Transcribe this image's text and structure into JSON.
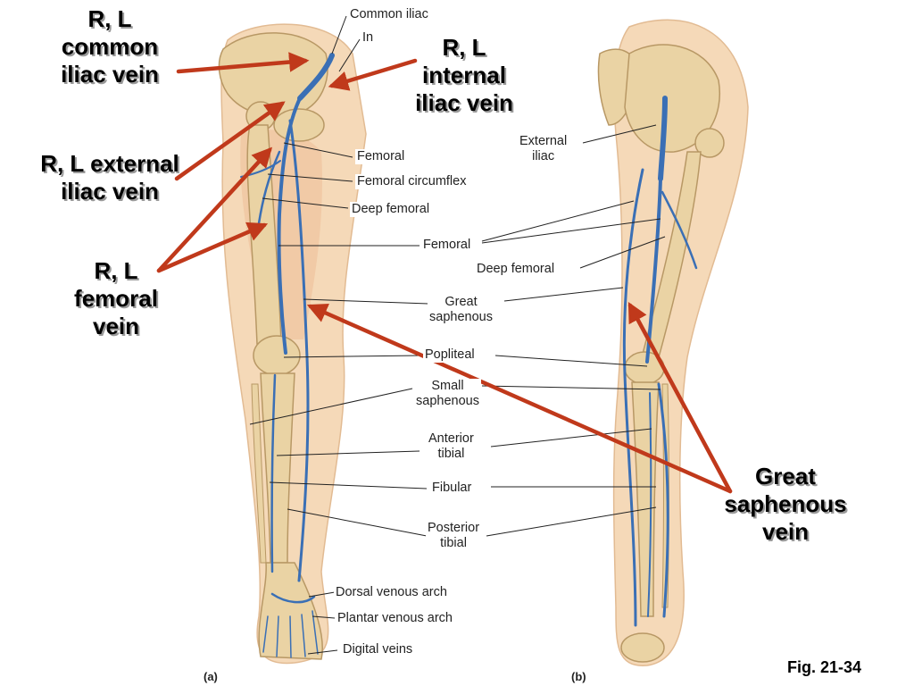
{
  "callouts": {
    "common_iliac": [
      "R, L",
      "common",
      "iliac vein"
    ],
    "internal_iliac": [
      "R, L",
      "internal",
      "iliac vein"
    ],
    "external_iliac": [
      "R, L external",
      "iliac vein"
    ],
    "femoral": [
      "R, L",
      "femoral",
      "vein"
    ],
    "great_saphenous": [
      "Great",
      "saphenous",
      "vein"
    ]
  },
  "labels": {
    "common_iliac": "Common iliac",
    "internal_partial": "In",
    "femoral_a": "Femoral",
    "femoral_circumflex": "Femoral circumflex",
    "deep_femoral_a": "Deep femoral",
    "femoral_b": "Femoral",
    "deep_femoral_b": "Deep femoral",
    "great_saphenous": [
      "Great",
      "saphenous"
    ],
    "popliteal": "Popliteal",
    "small_saphenous": [
      "Small",
      "saphenous"
    ],
    "anterior_tibial": [
      "Anterior",
      "tibial"
    ],
    "fibular": "Fibular",
    "posterior_tibial": [
      "Posterior",
      "tibial"
    ],
    "dorsal_venous_arch": "Dorsal venous arch",
    "plantar_venous_arch": "Plantar venous arch",
    "digital_veins": "Digital veins",
    "external_iliac": [
      "External",
      "iliac"
    ]
  },
  "panel_tags": {
    "a": "(a)",
    "b": "(b)"
  },
  "figure_number": "Fig. 21-34",
  "colors": {
    "arrow": "#c0391b",
    "vein": "#3a6fb5",
    "vein_light": "#8fb3de",
    "skin": "#f5d9b8",
    "bone": "#ead3a4",
    "bone_edge": "#b89865",
    "muscle": "#e8b48a"
  },
  "icons": [
    "arrow-icon"
  ]
}
